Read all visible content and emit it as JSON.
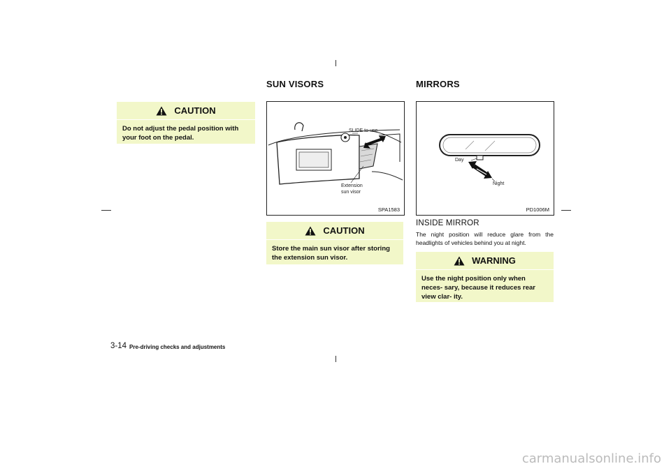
{
  "page": {
    "page_number": "3-14",
    "chapter_title": "Pre-driving checks and adjustments",
    "watermark": "carmanualsonline.info"
  },
  "left_column": {
    "caution": {
      "title": "CAUTION",
      "text": "Do not adjust the pedal position with your foot on the pedal."
    }
  },
  "sun_visors": {
    "heading": "SUN VISORS",
    "figure": {
      "code": "SPA1583",
      "slide_label": "SLIDE to use",
      "extension_label_line1": "Extension",
      "extension_label_line2": "sun visor"
    },
    "caution": {
      "title": "CAUTION",
      "text": "Store the main sun visor after storing the extension sun visor."
    }
  },
  "mirrors": {
    "heading": "MIRRORS",
    "figure": {
      "code": "PD1006M",
      "day_label": "Day",
      "night_label": "Night"
    },
    "inside_mirror": {
      "subheading": "INSIDE MIRROR",
      "text": "The night position will reduce glare from the headlights of vehicles behind you at night."
    },
    "warning": {
      "title": "WARNING",
      "text": "Use the night position only when neces- sary, because it reduces rear view clar- ity."
    }
  },
  "colors": {
    "note_box_background": "#f2f7c9"
  },
  "icons": {
    "caution": "warning-triangle-icon"
  }
}
